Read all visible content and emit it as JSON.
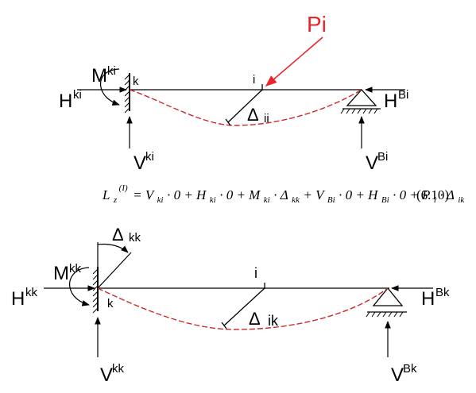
{
  "colors": {
    "ink": "#000000",
    "load": "#e8262a",
    "deflection": "#cc2a2a"
  },
  "top_diagram": {
    "load_label": "Pi",
    "moment_label": "M",
    "moment_sup": "ki",
    "fixed_node_label": "k",
    "load_point_label": "i",
    "h_left_label": "H",
    "h_left_sup": "ki",
    "h_right_label": "H",
    "h_right_sup": "Bi",
    "v_left_label": "V",
    "v_left_sup": "ki",
    "v_right_label": "V",
    "v_right_sup": "Bi",
    "delta_symbol": "Δ",
    "delta_sub": "ii"
  },
  "equation": {
    "lhs": "L",
    "lhs_sub": "z",
    "lhs_sup": "(I)",
    "body": "= V",
    "t1_sub": "ki",
    "t1_rest": "· 0 + H",
    "t2_sub": "ki",
    "t2_rest": "· 0 + M",
    "t3_sub": "ki",
    "t3_rest": "· Δ",
    "t3b_sub": "kk",
    "t4_rest": "+ V",
    "t4_sub": "Bi",
    "t5_rest": "· 0 + H",
    "t5_sub": "Bi",
    "t6_rest": "· 0 + P",
    "t6_sub": "i",
    "t7_rest": "· Δ",
    "t7_sub": "ik",
    "number": "(6.10)"
  },
  "bottom_diagram": {
    "rotation_symbol": "Δ",
    "rotation_label": "kk",
    "moment_label": "M",
    "moment_sup": "kk",
    "fixed_node_label": "k",
    "load_point_label": "i",
    "h_left_label": "H",
    "h_left_sup": "kk",
    "h_right_label": "H",
    "h_right_sup": "Bk",
    "v_left_label": "V",
    "v_left_sup": "kk",
    "v_right_label": "V",
    "v_right_sup": "Bk",
    "delta_symbol": "Δ",
    "delta_sub": "ik"
  }
}
